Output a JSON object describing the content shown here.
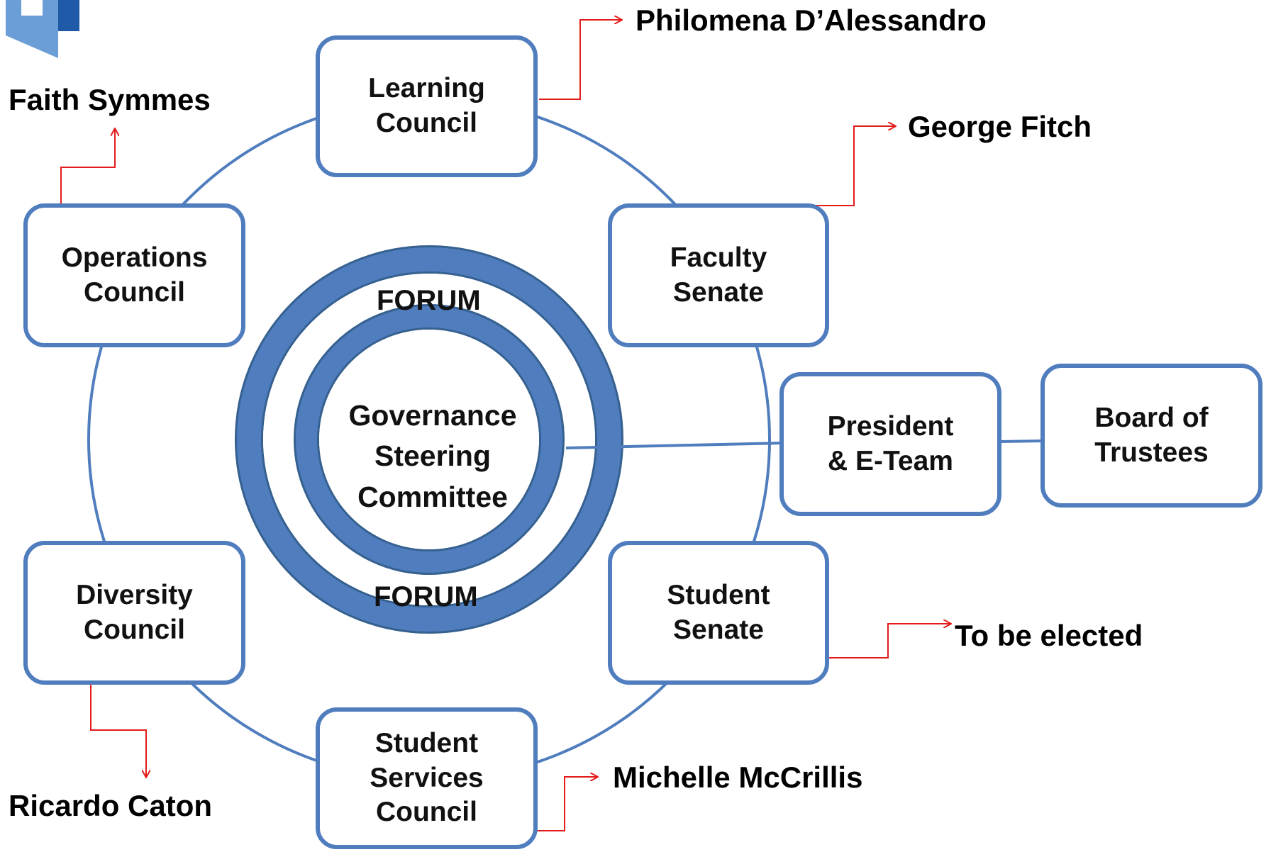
{
  "colors": {
    "box_border": "#4f7dbd",
    "ring_fill": "#4f7dbd",
    "ring_stroke": "#35608f",
    "connector_line": "#4f7dbd",
    "annotation_arrow": "#e31b1b"
  },
  "logo": {
    "icon": "logo-icon"
  },
  "center": {
    "outer_label_top": "FORUM",
    "outer_label_bottom": "FORUM",
    "title": "Governance\nSteering\nCommittee"
  },
  "councils": {
    "learning": "Learning\nCouncil",
    "faculty": "Faculty\nSenate",
    "operations": "Operations\nCouncil",
    "diversity": "Diversity\nCouncil",
    "student_senate": "Student\nSenate",
    "student_services": "Student\nServices\nCouncil",
    "president": "President\n& E-Team",
    "board": "Board of\nTrustees"
  },
  "people": {
    "learning": "Philomena D’Alessandro",
    "faculty": "George Fitch",
    "operations": "Faith Symmes",
    "diversity": "Ricardo Caton",
    "student_senate": "To be elected",
    "student_services": "Michelle McCrillis"
  }
}
